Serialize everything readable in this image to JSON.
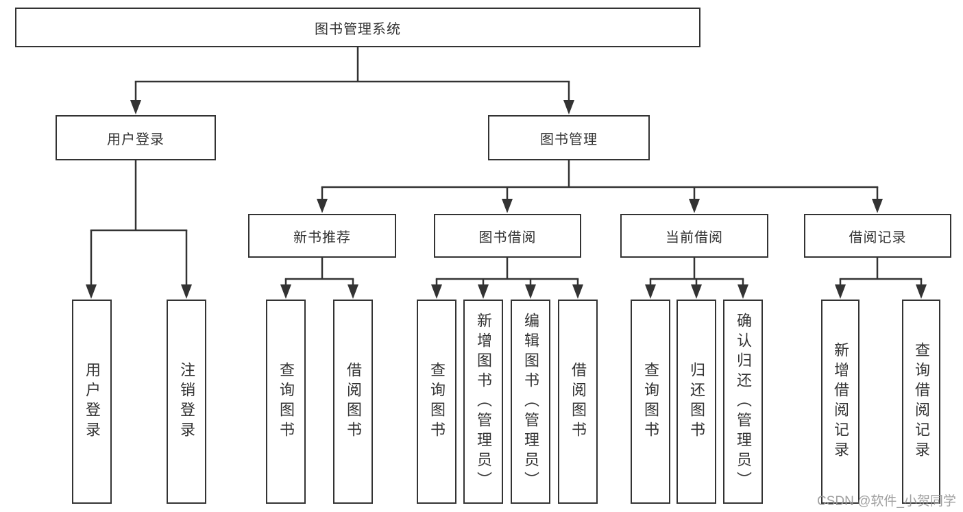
{
  "diagram": {
    "type": "hierarchy-flowchart",
    "tree": {
      "root": "图书管理系统",
      "branches": [
        {
          "label": "用户登录",
          "children": [
            "用户登录",
            "注销登录"
          ]
        },
        {
          "label": "图书管理",
          "groups": [
            {
              "label": "新书推荐",
              "children": [
                "查询图书",
                "借阅图书"
              ]
            },
            {
              "label": "图书借阅",
              "children": [
                "查询图书",
                "新增图书（管理员）",
                "编辑图书（管理员）",
                "借阅图书"
              ]
            },
            {
              "label": "当前借阅",
              "children": [
                "查询图书",
                "归还图书",
                "确认归还（管理员）"
              ]
            },
            {
              "label": "借阅记录",
              "children": [
                "新增借阅记录",
                "查询借阅记录"
              ]
            }
          ]
        }
      ]
    },
    "colors": {
      "line": "#333333",
      "text": "#333333",
      "box_fill": "#ffffff",
      "background": "#ffffff",
      "watermark": "#989898"
    }
  },
  "watermark": "CSDN @软件_小贺同学"
}
